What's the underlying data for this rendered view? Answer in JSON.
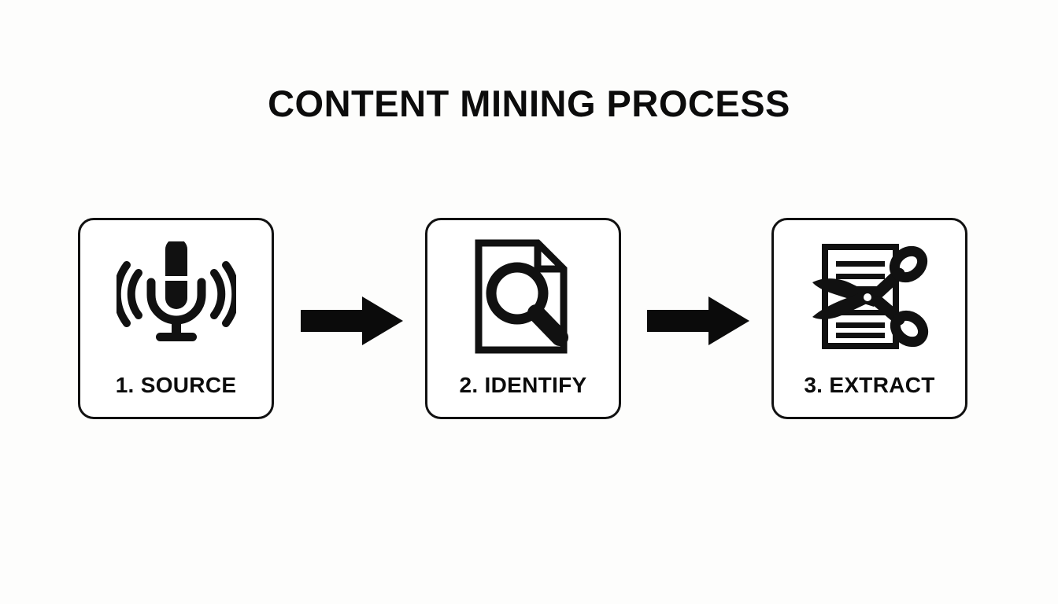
{
  "page": {
    "title": "CONTENT MINING PROCESS",
    "background_color": "#fdfdfc",
    "ink_color": "#111111"
  },
  "diagram": {
    "type": "process-flow",
    "orientation": "horizontal",
    "step_count": 3,
    "steps": [
      {
        "label": "1. SOURCE",
        "number": "1",
        "name": "SOURCE",
        "icon": "microphone-icon"
      },
      {
        "label": "2. IDENTIFY",
        "number": "2",
        "name": "IDENTIFY",
        "icon": "document-magnifier-icon"
      },
      {
        "label": "3. EXTRACT",
        "number": "3",
        "name": "EXTRACT",
        "icon": "document-scissors-icon"
      }
    ],
    "connectors": [
      {
        "icon": "arrow-right-icon",
        "from": "1. SOURCE",
        "to": "2. IDENTIFY"
      },
      {
        "icon": "arrow-right-icon",
        "from": "2. IDENTIFY",
        "to": "3. EXTRACT"
      }
    ]
  }
}
